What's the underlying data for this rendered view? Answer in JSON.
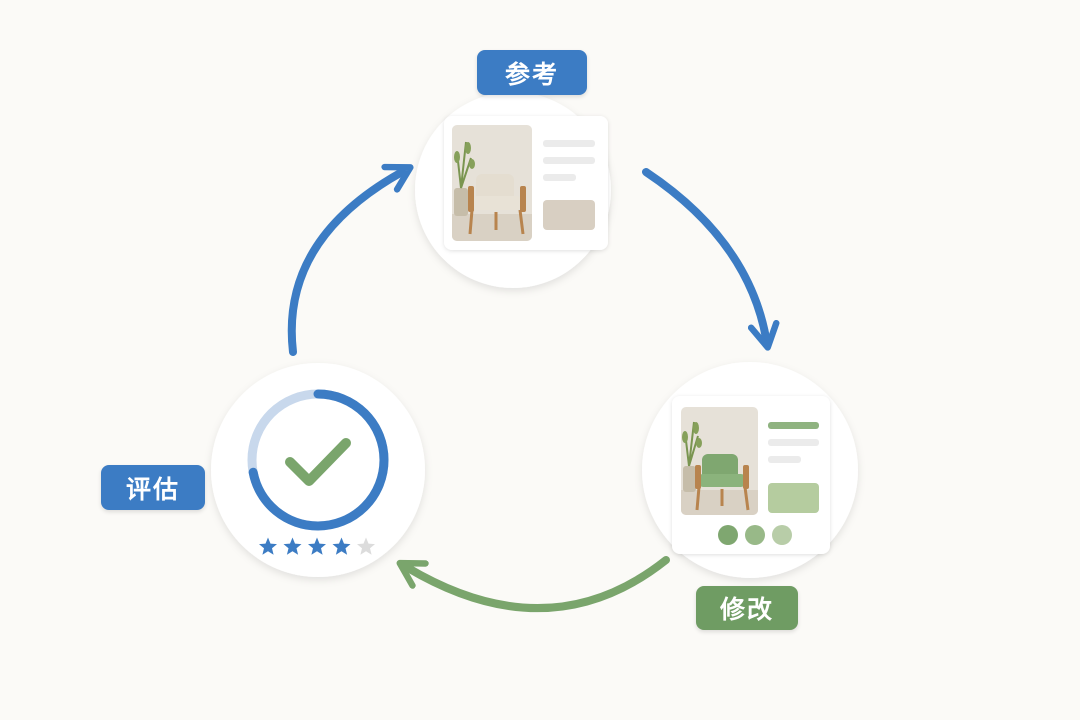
{
  "labels": {
    "reference": "参考",
    "modify": "修改",
    "evaluate": "评估"
  },
  "rating": {
    "filled": 4,
    "total": 5
  },
  "progress": {
    "fraction": 0.72
  },
  "swatches": [
    "#7fa770",
    "#98b988",
    "#b8cda8"
  ],
  "colors": {
    "blue": "#3c7cc4",
    "blue_light": "#c8d8ec",
    "green": "#7aa56c",
    "green_dark": "#6f9c63",
    "background": "#fbfaf7",
    "chair_beige": "#e4ddd0",
    "chair_green": "#7fa770",
    "wood": "#b8844e",
    "placeholder": "#d8cfc2",
    "placeholder_green": "#b5cc9f",
    "star_off": "#dcdcdc"
  }
}
